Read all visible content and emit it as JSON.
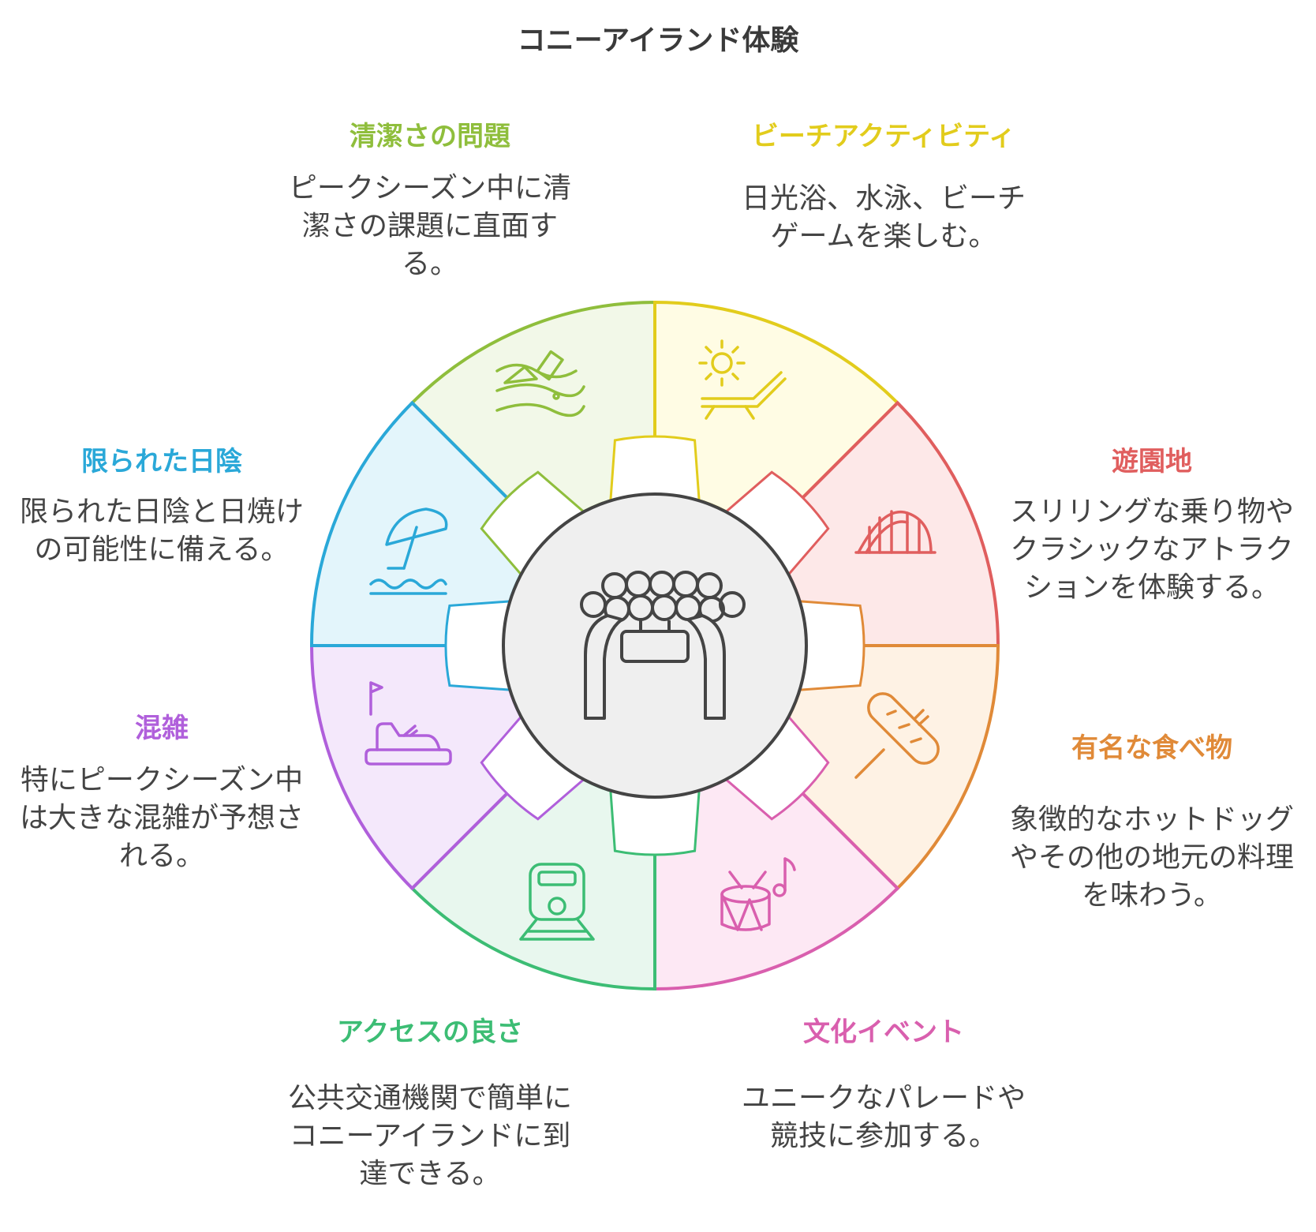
{
  "title": "コニーアイランド体験",
  "segments": [
    {
      "id": "cleanliness",
      "title": "清潔さの問題",
      "desc": "ピークシーズン中に清潔さの課題に直面する。",
      "color": "#8fbe3c",
      "fill": "#f2f8e8",
      "icon": "polluted-beach-icon"
    },
    {
      "id": "beach",
      "title": "ビーチアクティビティ",
      "desc": "日光浴、水泳、ビーチゲームを楽しむ。",
      "color": "#e2cc1c",
      "fill": "#fffce4",
      "icon": "sun-lounger-icon"
    },
    {
      "id": "amusement",
      "title": "遊園地",
      "desc": "スリリングな乗り物やクラシックなアトラクションを体験する。",
      "color": "#e05e5e",
      "fill": "#fde8e8",
      "icon": "roller-coaster-icon"
    },
    {
      "id": "food",
      "title": "有名な食べ物",
      "desc": "象徴的なホットドッグやその他の地元の料理を味わう。",
      "color": "#e08a38",
      "fill": "#fef2e4",
      "icon": "hot-dog-icon"
    },
    {
      "id": "culture",
      "title": "文化イベント",
      "desc": "ユニークなパレードや競技に参加する。",
      "color": "#d95fae",
      "fill": "#fde8f4",
      "icon": "drum-icon"
    },
    {
      "id": "access",
      "title": "アクセスの良さ",
      "desc": "公共交通機関で簡単にコニーアイランドに到達できる。",
      "color": "#3cbd74",
      "fill": "#e8f7ee",
      "icon": "train-icon"
    },
    {
      "id": "crowd",
      "title": "混雑",
      "desc": "特にピークシーズン中は大きな混雑が予想される。",
      "color": "#b05fdb",
      "fill": "#f4e8fb",
      "icon": "bumper-car-icon"
    },
    {
      "id": "shade",
      "title": "限られた日陰",
      "desc": "限られた日陰と日焼けの可能性に備える。",
      "color": "#2aa8d8",
      "fill": "#e3f5fb",
      "icon": "beach-umbrella-icon"
    }
  ],
  "center_icon": "coney-island-arch-icon"
}
